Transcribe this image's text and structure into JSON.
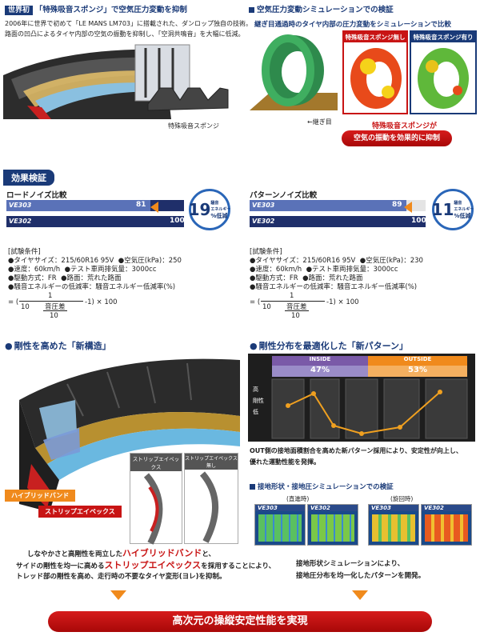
{
  "top_left": {
    "badge": "世界初",
    "title": "「特殊吸音スポンジ」で空気圧力変動を抑制",
    "desc_line1": "2006年に世界で初めて「LE MANS LM703」に搭載された、ダンロップ独自の技術。",
    "desc_line2": "路面の凹凸によるタイヤ内部の空気の振動を抑制し、「空洞共鳴音」を大幅に低減。",
    "sponge_caption": "特殊吸音スポンジ"
  },
  "top_right": {
    "title": "空気圧力変動シミュレーションでの検証",
    "desc": "継ぎ目通過時のタイヤ内部の圧力変動をシミュレーションで比較",
    "label_without": "特殊吸音スポンジ無し",
    "label_with": "特殊吸音スポンジ有り",
    "seam_label": "継ぎ目",
    "result_line1": "特殊吸音スポンジが",
    "result_line2": "空気の振動を効果的に抑制"
  },
  "effect_title": "効果検証",
  "road_noise": {
    "title": "ロードノイズ比較",
    "series": [
      {
        "name": "VE303",
        "value": 81
      },
      {
        "name": "VE302",
        "value": 100
      }
    ],
    "badge_value": "19",
    "badge_small": "騒音\nエネルギー",
    "badge_unit": "%低減",
    "conditions_title": "[試験条件]",
    "line1a": "●タイヤサイズ：215/60R16 95V",
    "line1b": "●空気圧(kPa)：250",
    "line2a": "●速度：60km/h",
    "line2b": "●テスト車両排気量：3000cc",
    "line3a": "●駆動方式：FR",
    "line3b": "●路面：荒れた路面",
    "line4": "●騒音エネルギーの低減率：騒音エネルギー低減率(%)",
    "formula_eq": "= (",
    "formula_num": "1",
    "formula_den_prefix": "10",
    "formula_den_frac": "音圧差",
    "formula_den_sub": "10",
    "formula_tail": "-1) × 100"
  },
  "pattern_noise": {
    "title": "パターンノイズ比較",
    "series": [
      {
        "name": "VE303",
        "value": 89
      },
      {
        "name": "VE302",
        "value": 100
      }
    ],
    "badge_value": "11",
    "badge_small": "騒音\nエネルギー",
    "badge_unit": "%低減",
    "conditions_title": "[試験条件]",
    "line1a": "●タイヤサイズ：215/60R16 95V",
    "line1b": "●空気圧(kPa)：230",
    "line2a": "●速度：60km/h",
    "line2b": "●テスト車両排気量：3000cc",
    "line3a": "●駆動方式：FR",
    "line3b": "●路面：荒れた路面",
    "line4": "●騒音エネルギーの低減率：騒音エネルギー低減率(%)",
    "formula_eq": "= (",
    "formula_num": "1",
    "formula_den_prefix": "10",
    "formula_den_frac": "音圧差",
    "formula_den_sub": "10",
    "formula_tail": "-1) × 100"
  },
  "structure": {
    "title": "剛性を高めた「新構造」",
    "label_hybrid": "ハイブリッドバンド",
    "label_strip": "ストリップエイペックス",
    "card1": "ストリップエイペックス",
    "card2": "ストリップエイペックス無し",
    "desc1_pre": "しなやかさと高剛性を両立した",
    "desc1_hl": "ハイブリッドバンド",
    "desc1_post": "と、",
    "desc2_pre": "サイドの剛性を均一に高める",
    "desc2_hl": "ストリップエイペックス",
    "desc2_post": "を採用することにより、",
    "desc3": "トレッド部の剛性を高め、走行時の不要なタイヤ変形(ヨレ)を抑制。"
  },
  "pattern": {
    "title": "剛性分布を最適化した「新パターン」",
    "inside_label": "INSIDE",
    "inside_pct": "47%",
    "outside_label": "OUTSIDE",
    "outside_pct": "53%",
    "axis_high": "高",
    "axis_mid": "剛性",
    "axis_low": "低",
    "desc1": "OUT側の接地面積割合を高めた新パターン採用により、安定性が向上し、",
    "desc2": "優れた運動性能を発揮。",
    "sim_title": "接地形状・接地圧シミュレーションでの検証",
    "straight": "(直進時)",
    "turning": "(旋回時)",
    "ve303": "VE303",
    "ve302": "VE302",
    "sim_desc1": "接地形状シミュレーションにより、",
    "sim_desc2": "接地圧分布を均一化したパターンを開発。"
  },
  "footer": "高次元の操縦安定性能を実現",
  "colors": {
    "navy": "#1a3a78",
    "orange": "#f08a1c",
    "red": "#c81414",
    "bar_bg": "#1f2f6a"
  }
}
